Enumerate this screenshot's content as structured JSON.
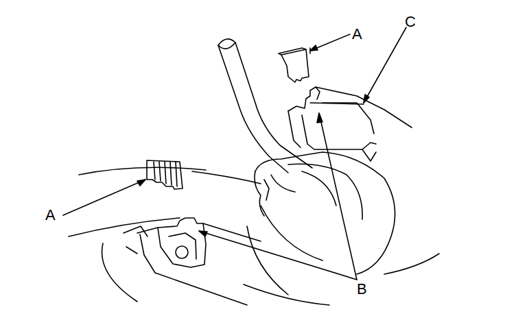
{
  "diagram": {
    "labels": [
      "A",
      "C",
      "A",
      "B"
    ]
  }
}
